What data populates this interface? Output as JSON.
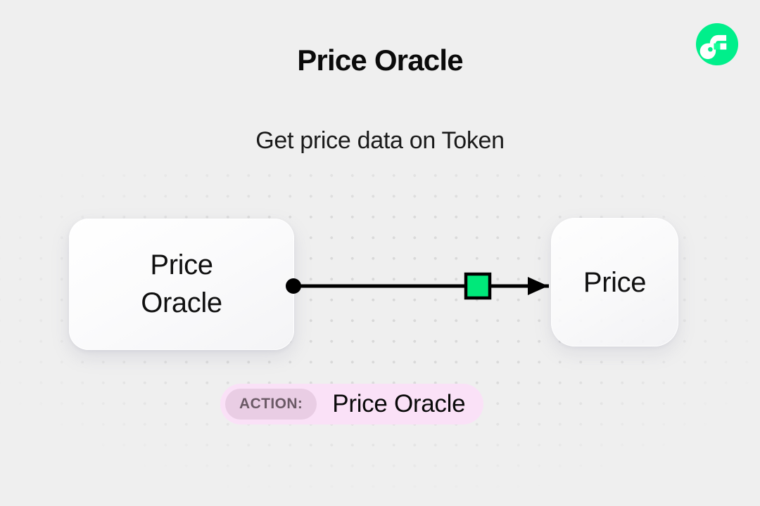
{
  "page": {
    "title": "Price Oracle",
    "subtitle": "Get price data on Token",
    "background_color": "#efefef",
    "grid_dot_color": "#d8d8d8"
  },
  "brand": {
    "name": "flow-logo",
    "circle_color": "#00ef8b",
    "mark_color": "#ffffff",
    "accent_color": "#16ff99"
  },
  "diagram": {
    "type": "flow",
    "source_node": {
      "label": "Price\nOracle",
      "name": "price-oracle"
    },
    "target_node": {
      "label": "Price",
      "name": "price"
    },
    "connector": {
      "start_dot_color": "#000000",
      "line_color": "#000000",
      "arrow_color": "#000000",
      "marker_fill": "#00e87a",
      "marker_stroke": "#000000",
      "marker_shape": "square"
    }
  },
  "action_badge": {
    "tag_label": "ACTION:",
    "value": "Price Oracle",
    "pill_color": "#fae1f7",
    "tag_color": "#e9cde4",
    "tag_text_color": "#6b5a66",
    "value_text_color": "#0a0a0a"
  }
}
